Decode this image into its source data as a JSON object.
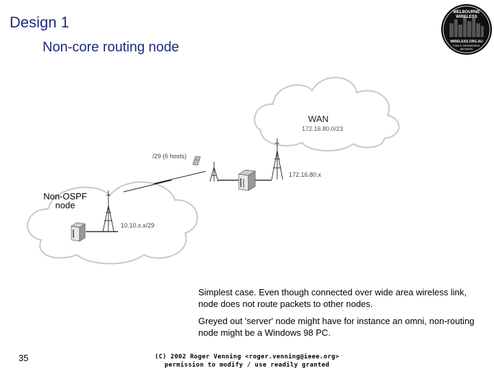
{
  "title": "Design 1",
  "subtitle": "Non-core routing node",
  "logo": {
    "line1": "MELBOURNE",
    "line2": "WIRELESS",
    "line3": "WIRELESS.ORG.AU",
    "line4": "PUBLIC ENGINEERING",
    "line5": "NETWORK"
  },
  "diagram": {
    "wan_label": "WAN",
    "wan_subnet": "172.16.80.0/23",
    "link_subnet": "/29 (6 hosts)",
    "router_address": "172.16.80.x",
    "node_label_line1": "Non-OSPF",
    "node_label_line2": "node",
    "node_subnet": "10.10.x.x/29"
  },
  "notes": {
    "note1": "Simplest case. Even though connected over wide area wireless link, node does not  route packets to other nodes.",
    "note2": "Greyed out 'server' node might have for instance an omni, non-routing node might be a Windows 98 PC."
  },
  "slide_number": "35",
  "footer": {
    "line1": "(C) 2002 Roger Venning <roger.venning@ieee.org>",
    "line2": "permission to modify / use readily granted"
  },
  "colors": {
    "title": "#1f2a7a",
    "cloud_outline": "#c8c8c8",
    "device_grey": "#8a8a8a"
  }
}
